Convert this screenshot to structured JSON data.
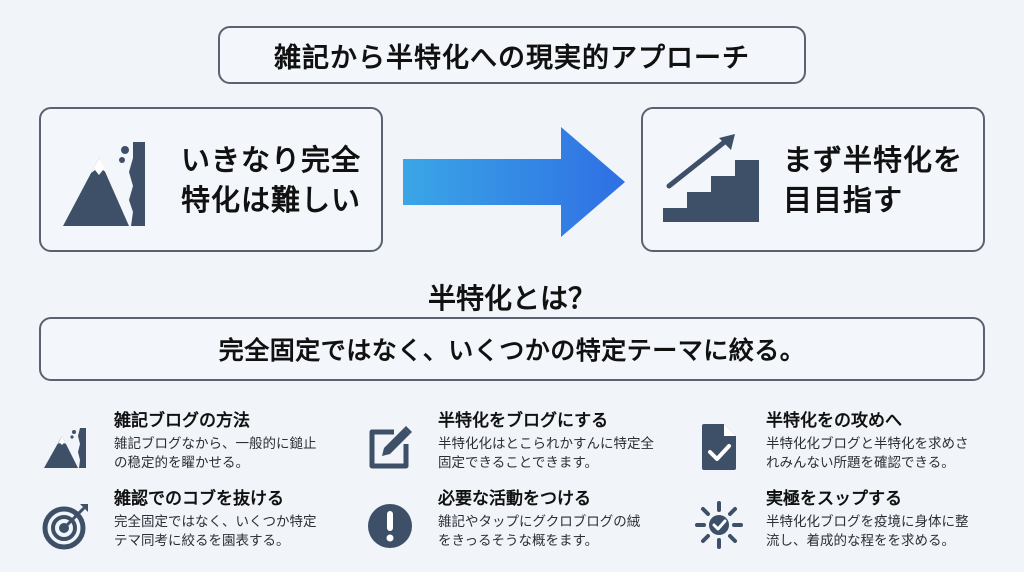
{
  "title": "雑記から半特化への現実的アプローチ",
  "colors": {
    "background": "#f1f5fa",
    "icon": "#3d5068",
    "border": "#5a6270",
    "arrow_start": "#3aa6e6",
    "arrow_end": "#2f6fe4"
  },
  "flow": {
    "from": {
      "icon": "mountain-cliff-icon",
      "line1": "いきなり完全",
      "line2": "特化は難しい"
    },
    "arrow": "right-arrow",
    "to": {
      "icon": "stairs-growth-icon",
      "line1": "まず半特化を",
      "line2": "目目指す"
    }
  },
  "definition": {
    "heading": "半特化とは？",
    "text": "完全固定ではなく、いくつかの特定テーマに絞る。"
  },
  "features": [
    {
      "icon": "mountain-icon",
      "title": "雑記ブログの方法",
      "desc_line1": "雑記ブログなから、一般的に鎚止",
      "desc_line2": "の稳定的を矅かせる。"
    },
    {
      "icon": "edit-icon",
      "title": "半特化をブログにする",
      "desc_line1": "半特化化はとこられかすんに特定全",
      "desc_line2": "固定できることできます。"
    },
    {
      "icon": "document-check-icon",
      "title": "半特化をの攻めへ",
      "desc_line1": "半特化化ブログと半特化を求めさ",
      "desc_line2": "れみんない所題を確認できる。"
    },
    {
      "icon": "target-icon",
      "title": "雑認でのコブを抜ける",
      "desc_line1": "完全固定ではなく、いくつか特定",
      "desc_line2": "テマ同考に絞るを園表する。"
    },
    {
      "icon": "exclamation-icon",
      "title": "必要な活動をつける",
      "desc_line1": "雑記やタップにグクロブログの絨",
      "desc_line2": "をきっるそうな概をます。"
    },
    {
      "icon": "sun-check-icon",
      "title": "実極をスップする",
      "desc_line1": "半特化化ブログを疫境に身体に整",
      "desc_line2": "流し、着成的な程をを求める。"
    }
  ]
}
